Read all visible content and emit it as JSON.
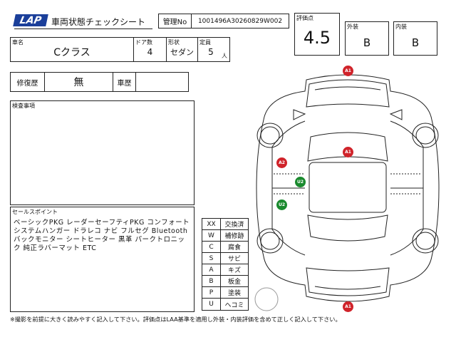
{
  "header": {
    "logo_text": "LAP",
    "title": "車両状態チェックシート",
    "management_label": "管理No",
    "management_no": "1001496A30260829W002"
  },
  "scores": {
    "rating_label": "評価点",
    "rating": "4.5",
    "exterior_label": "外装",
    "exterior": "B",
    "interior_label": "内装",
    "interior": "B"
  },
  "vehicle": {
    "name_label": "車名",
    "name": "Cクラス",
    "doors_label": "ドア数",
    "doors": "4",
    "shape_label": "形状",
    "shape": "セダン",
    "capacity_label": "定員",
    "capacity": "5",
    "capacity_unit": "人"
  },
  "history": {
    "repair_label": "修復歴",
    "repair_value": "無",
    "registration_label": "車歴",
    "registration_value": ""
  },
  "inspection": {
    "label": "検査事項",
    "text": ""
  },
  "sales": {
    "label": "セールスポイント",
    "text": "ベーシックPKG レーダーセーフティPKG コンフォートシステムハンガー ドラレコ ナビ フルセグ Bluetooth バックモニター シートヒーター 黒革 パークトロニック 純正ラバーマット ETC"
  },
  "legend": [
    {
      "code": "XX",
      "meaning": "交換済"
    },
    {
      "code": "W",
      "meaning": "補修跡"
    },
    {
      "code": "C",
      "meaning": "腐食"
    },
    {
      "code": "S",
      "meaning": "サビ"
    },
    {
      "code": "A",
      "meaning": "キズ"
    },
    {
      "code": "B",
      "meaning": "板金"
    },
    {
      "code": "P",
      "meaning": "塗装"
    },
    {
      "code": "U",
      "meaning": "ヘコミ"
    }
  ],
  "markers": [
    {
      "label": "A1",
      "color": "#d0232a"
    },
    {
      "label": "A1",
      "color": "#d0232a"
    },
    {
      "label": "A2",
      "color": "#d0232a"
    },
    {
      "label": "U2",
      "color": "#1a8a2e"
    },
    {
      "label": "U2",
      "color": "#1a8a2e"
    },
    {
      "label": "A1",
      "color": "#d0232a"
    }
  ],
  "footer": "※撮影を前提に大きく読みやすく記入して下さい。評価点はLAA基準を適用し外装・内装評価を含めて正しく記入して下さい。"
}
